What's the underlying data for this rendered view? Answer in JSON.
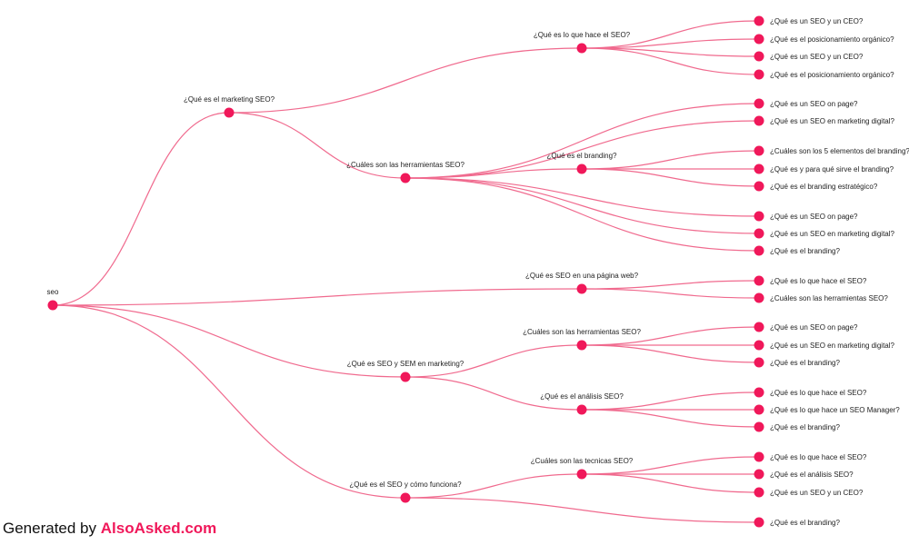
{
  "colors": {
    "accent": "#f0185a",
    "link": "#f06a8e"
  },
  "tree": {
    "label": "seo",
    "children": [
      {
        "label": "¿Qué es el marketing SEO?",
        "children": [
          {
            "label": "¿Qué es lo que hace el SEO?",
            "children": [
              {
                "label": "¿Qué es un SEO y un CEO?"
              },
              {
                "label": "¿Qué es el posicionamiento orgánico?"
              },
              {
                "label": "¿Qué es un SEO y un CEO?"
              },
              {
                "label": "¿Qué es el posicionamiento orgánico?"
              }
            ]
          },
          {
            "label": "¿Cuáles son las herramientas SEO?",
            "children": [
              {
                "label": "¿Qué es un SEO on page?"
              },
              {
                "label": "¿Qué es un SEO en marketing digital?"
              },
              {
                "label": "¿Qué es el branding?",
                "children": [
                  {
                    "label": "¿Cuáles son los 5 elementos del branding?"
                  },
                  {
                    "label": "¿Qué es y para qué sirve el branding?"
                  },
                  {
                    "label": "¿Qué es el branding estratégico?"
                  }
                ]
              },
              {
                "label": "¿Qué es un SEO on page?"
              },
              {
                "label": "¿Qué es un SEO en marketing digital?"
              },
              {
                "label": "¿Qué es el branding?"
              }
            ]
          }
        ]
      },
      {
        "label": "¿Qué es SEO en una página web?",
        "children": [
          {
            "label": "¿Qué es lo que hace el SEO?"
          },
          {
            "label": "¿Cuáles son las herramientas SEO?"
          }
        ]
      },
      {
        "label": "¿Qué es SEO y SEM en marketing?",
        "children": [
          {
            "label": "¿Cuáles son las herramientas SEO?",
            "children": [
              {
                "label": "¿Qué es un SEO on page?"
              },
              {
                "label": "¿Qué es un SEO en marketing digital?"
              },
              {
                "label": "¿Qué es el branding?"
              }
            ]
          },
          {
            "label": "¿Qué es el análisis SEO?",
            "children": [
              {
                "label": "¿Qué es lo que hace el SEO?"
              },
              {
                "label": "¿Qué es lo que hace un SEO Manager?"
              },
              {
                "label": "¿Qué es el branding?"
              }
            ]
          }
        ]
      },
      {
        "label": "¿Qué es el SEO y cómo funciona?",
        "children": [
          {
            "label": "¿Cuáles son las tecnicas SEO?",
            "children": [
              {
                "label": "¿Qué es lo que hace el SEO?"
              },
              {
                "label": "¿Qué es el análisis SEO?"
              },
              {
                "label": "¿Qué es un SEO y un CEO?"
              }
            ]
          },
          {
            "label": "¿Qué es el branding?"
          }
        ]
      }
    ]
  },
  "footer": {
    "prefix": "Generated by ",
    "brand": "AlsoAsked.com"
  }
}
